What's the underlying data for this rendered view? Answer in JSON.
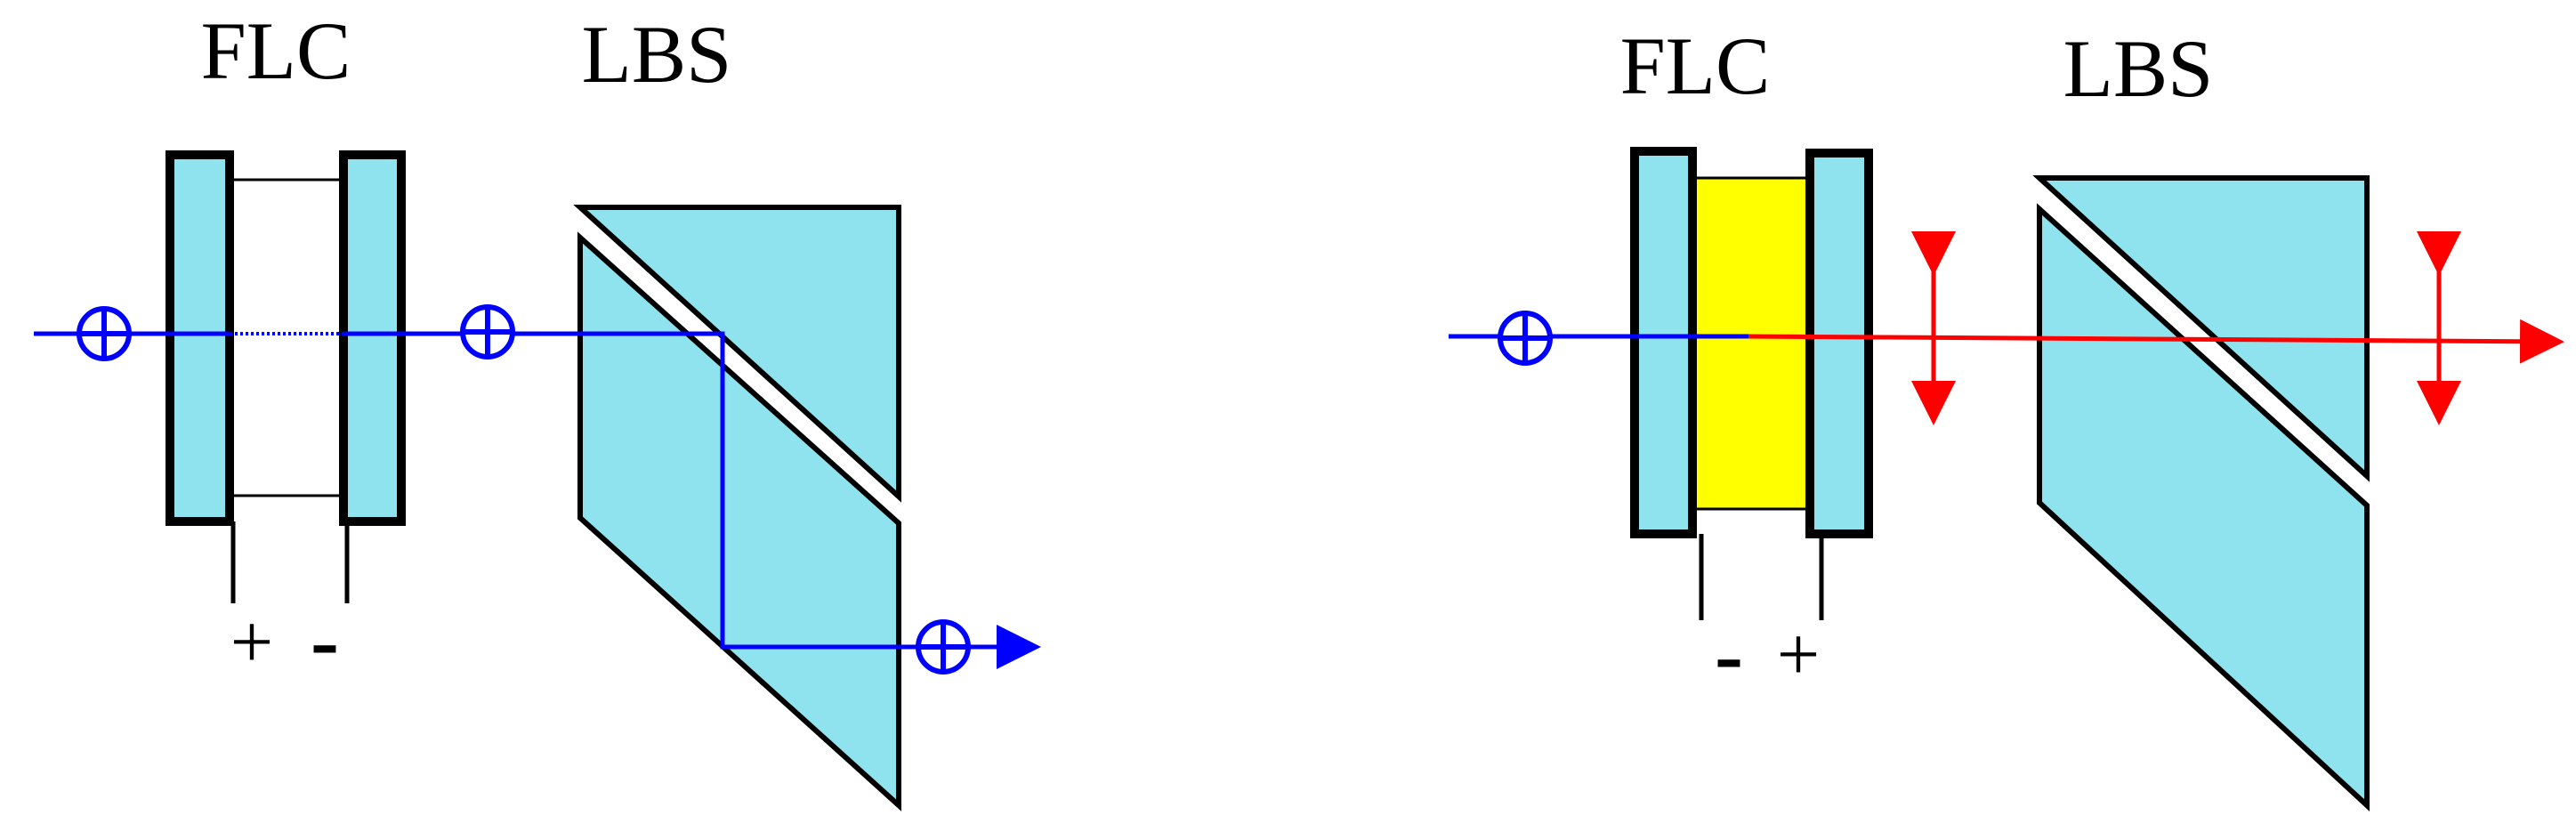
{
  "colors": {
    "glass": "#8FE3EF",
    "outline": "#000000",
    "beam_in": "#0000FF",
    "beam_out": "#FF0000",
    "lc_off": "#FFFFFF",
    "lc_on": "#FFFF00",
    "background": "#FFFFFF"
  },
  "left_panel": {
    "flc_label": "FLC",
    "lbs_label": "LBS",
    "plus_sign": "+",
    "minus_sign": "-",
    "polarization_symbol": "⊕"
  },
  "right_panel": {
    "flc_label": "FLC",
    "lbs_label": "LBS",
    "minus_sign": "-",
    "plus_sign": "+",
    "polarization_symbol": "⊕"
  }
}
